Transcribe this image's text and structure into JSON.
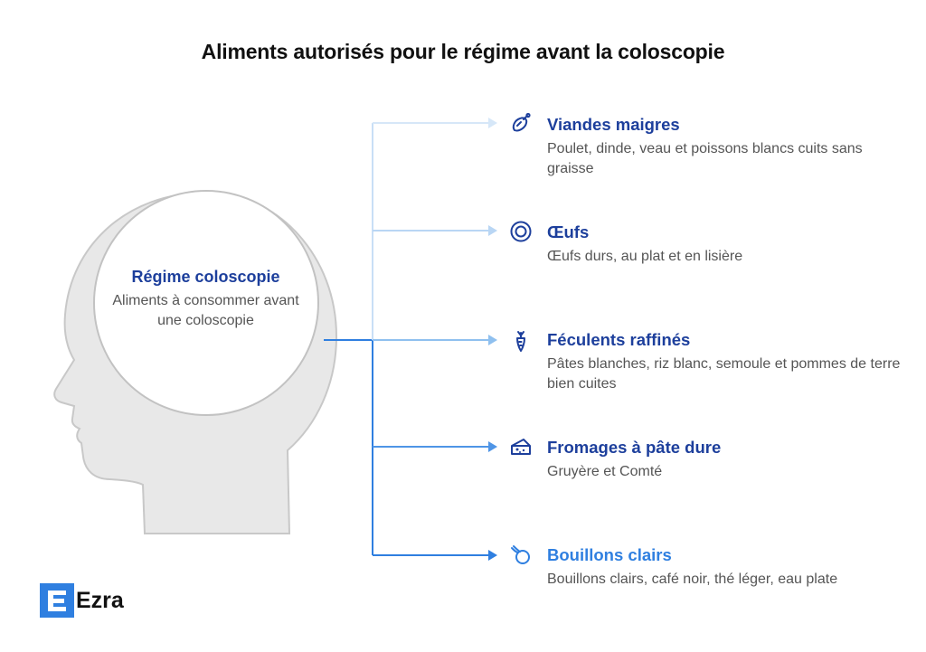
{
  "title": "Aliments autorisés pour le régime avant la coloscopie",
  "center": {
    "title": "Régime coloscopie",
    "description": "Aliments à consommer avant une coloscopie"
  },
  "items": [
    {
      "title": "Viandes maigres",
      "description": "Poulet, dinde, veau et poissons blancs cuits sans graisse",
      "icon": "meat-icon",
      "color": "#1d3f9c"
    },
    {
      "title": "Œufs",
      "description": "Œufs durs, au plat et en lisière",
      "icon": "egg-icon",
      "color": "#1d3f9c"
    },
    {
      "title": "Féculents raffinés",
      "description": "Pâtes blanches, riz blanc, semoule et pommes de terre bien cuites",
      "icon": "carrot-icon",
      "color": "#1d3f9c"
    },
    {
      "title": "Fromages à pâte dure",
      "description": "Gruyère et Comté",
      "icon": "cheese-icon",
      "color": "#1d3f9c"
    },
    {
      "title": "Bouillons clairs",
      "description": "Bouillons clairs, café noir, thé léger, eau plate",
      "icon": "broth-icon",
      "color": "#2f7fe0"
    }
  ],
  "brand": {
    "name": "Ezra",
    "color": "#2f7fe0"
  }
}
